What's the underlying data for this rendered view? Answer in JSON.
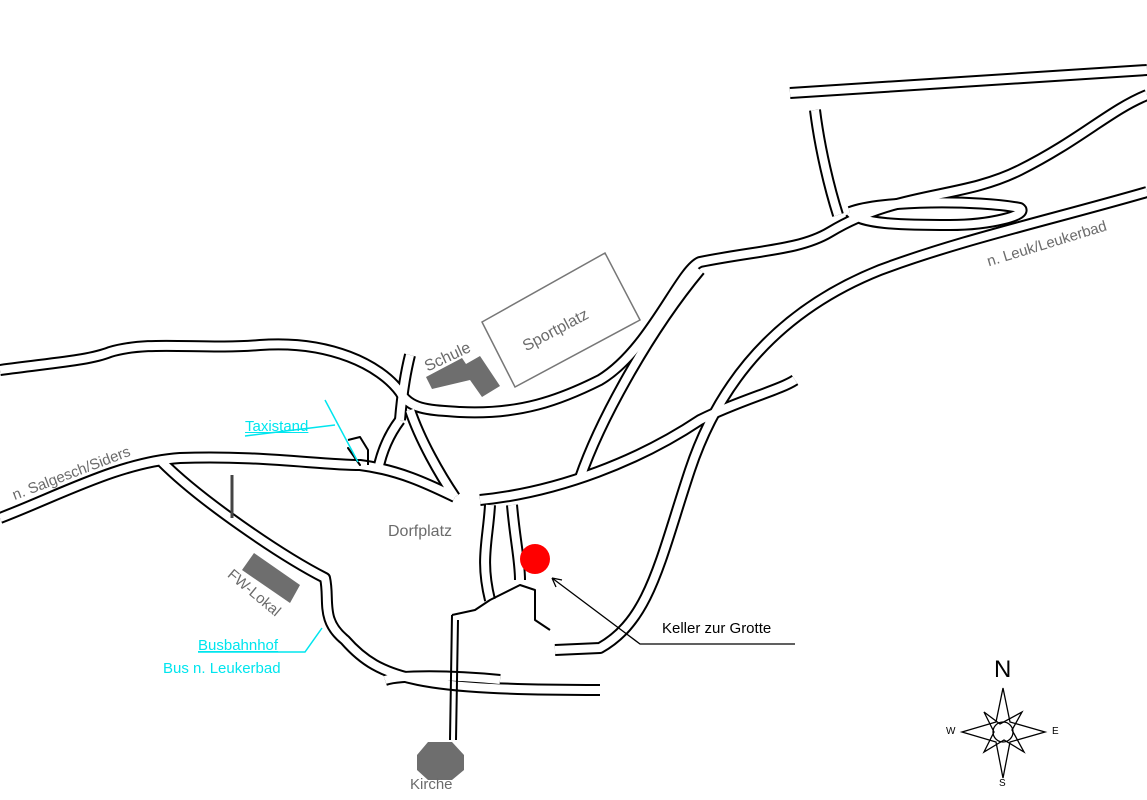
{
  "labels": {
    "salgesch": "n. Salgesch/Siders",
    "leuk": "n. Leuk/Leukerbad",
    "sportplatz": "Sportplatz",
    "schule": "Schule",
    "taxistand": "Taxistand",
    "dorfplatz": "Dorfplatz",
    "fw_lokal": "FW-Lokal",
    "busbahnhof": "Busbahnhof",
    "bus_leukerbad": "Bus n. Leukerbad",
    "keller": "Keller zur Grotte",
    "kirche": "Kirche"
  },
  "compass": {
    "n": "N",
    "s": "S",
    "e": "E",
    "w": "W"
  },
  "colors": {
    "road": "#000000",
    "building": "#6e6e6e",
    "marker": "#ff0000",
    "link": "#00e5ee",
    "label": "#6b6b6b"
  }
}
